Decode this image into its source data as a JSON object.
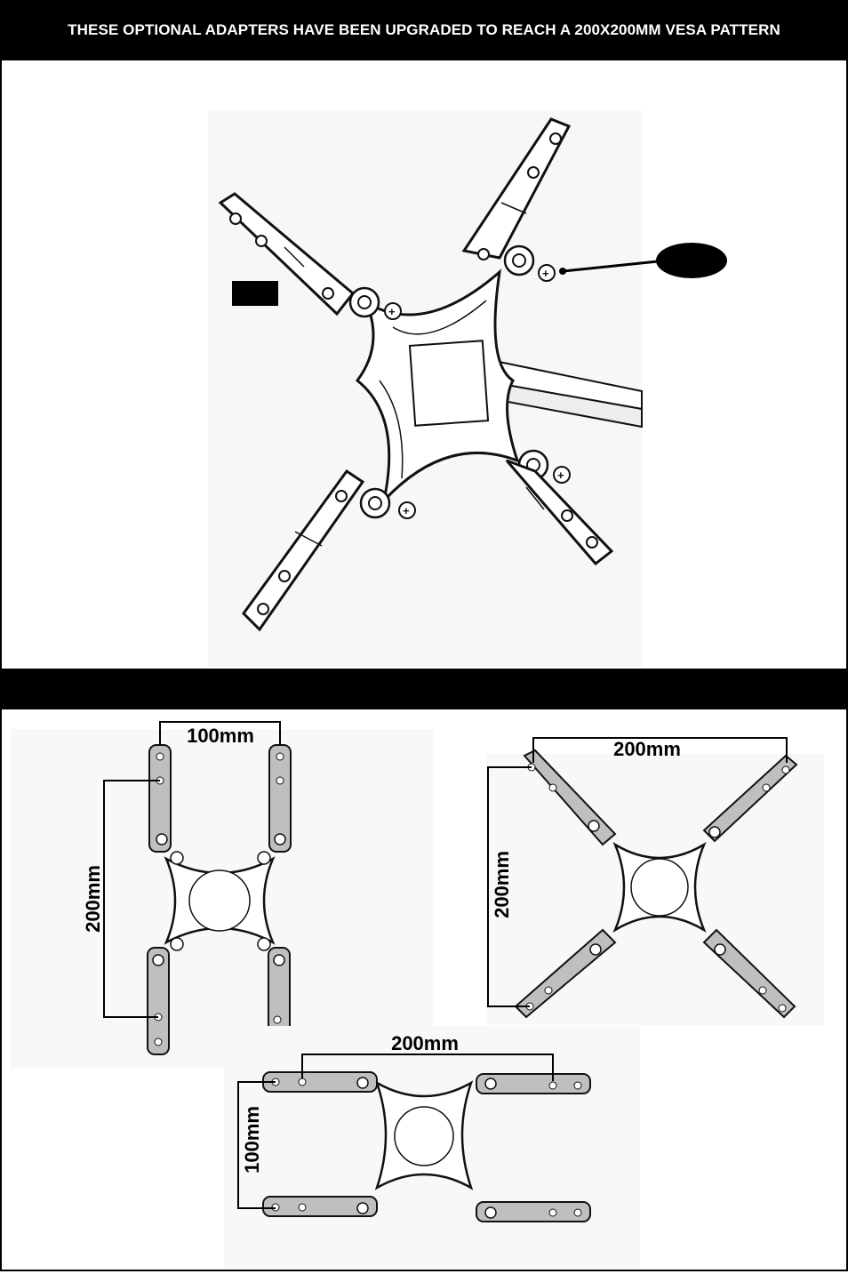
{
  "header": {
    "title": "THESE OPTIONAL ADAPTERS HAVE BEEN UPGRADED TO REACH A 200X200MM VESA PATTERN"
  },
  "section2": {
    "title": ""
  },
  "figure_top": {
    "part_label": "",
    "callout_label": ""
  },
  "figure_bottom": {
    "config_a": {
      "width": "100mm",
      "height": "200mm"
    },
    "config_b": {
      "width": "200mm",
      "height": "200mm"
    },
    "config_c": {
      "width": "200mm",
      "height": "100mm"
    }
  },
  "colors": {
    "banner": "#000000",
    "adapter_fill": "#bfbfbf",
    "line": "#222222"
  }
}
